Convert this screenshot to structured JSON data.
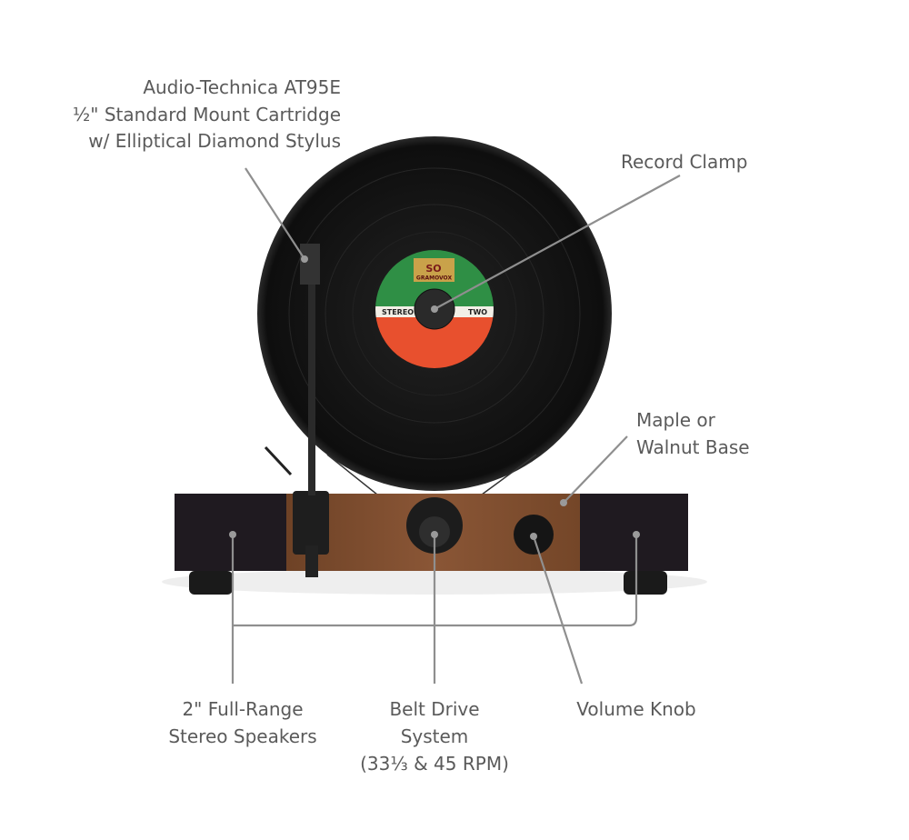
{
  "callouts": {
    "cartridge": [
      "Audio-Technica AT95E",
      "½\" Standard Mount Cartridge",
      "w/ Elliptical Diamond Stylus"
    ],
    "clamp": [
      "Record Clamp"
    ],
    "base": [
      "Maple or",
      "Walnut Base"
    ],
    "speakers": [
      "2\" Full-Range",
      "Stereo Speakers"
    ],
    "belt": [
      "Belt Drive",
      "System",
      "(33⅓ & 45 RPM)"
    ],
    "volume": [
      "Volume Knob"
    ]
  },
  "record_label": {
    "brand": "GRAMOVOX",
    "logo": "SO",
    "left": "STEREO",
    "right": "TWO"
  },
  "colors": {
    "text": "#5a5a5a",
    "leader": "#8f8f8f",
    "vinyl": "#141414",
    "label_top": "#2f8f45",
    "label_bottom": "#e8502e",
    "wood": "#7a4a2c",
    "speaker": "#1f1a20"
  }
}
